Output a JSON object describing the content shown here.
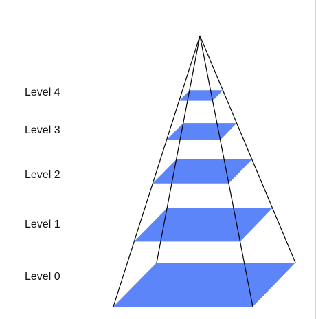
{
  "diagram": {
    "levels": [
      {
        "label": "Level 0"
      },
      {
        "label": "Level 1"
      },
      {
        "label": "Level 2"
      },
      {
        "label": "Level 3"
      },
      {
        "label": "Level 4"
      }
    ],
    "colors": {
      "plane_fill": "#5b85f9",
      "edge_stroke": "#000000",
      "background": "#ffffff"
    }
  }
}
